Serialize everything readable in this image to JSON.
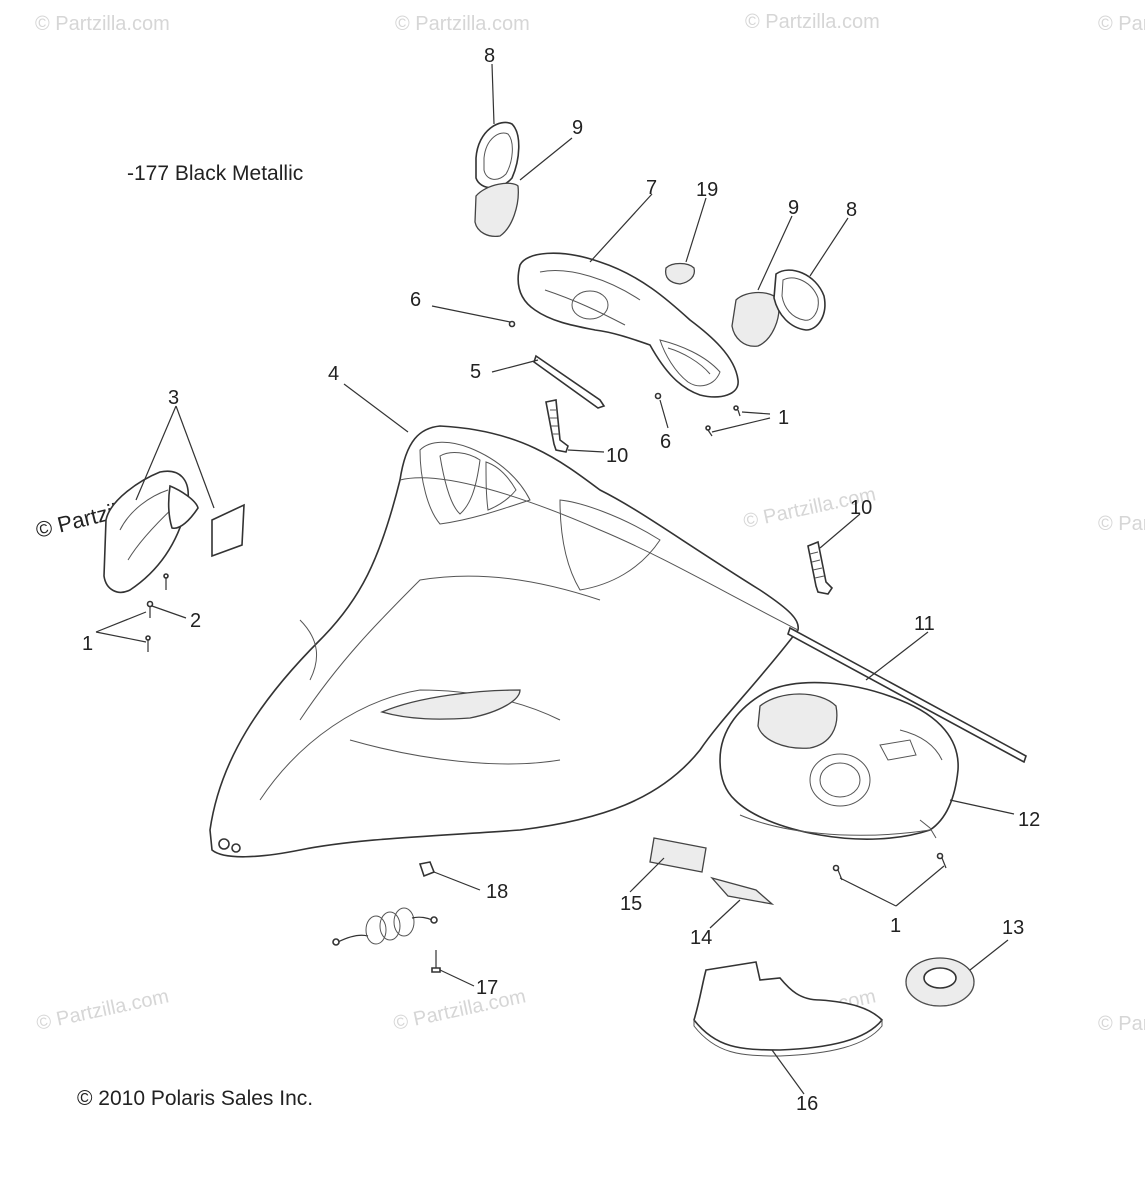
{
  "diagram": {
    "color_note": "-177  Black Metallic",
    "copyright": "© 2010 Polaris Sales Inc.",
    "watermark": "© Partzilla.com",
    "callouts": [
      {
        "id": "c8a",
        "label": "8"
      },
      {
        "id": "c9a",
        "label": "9"
      },
      {
        "id": "c7",
        "label": "7"
      },
      {
        "id": "c19",
        "label": "19"
      },
      {
        "id": "c9b",
        "label": "9"
      },
      {
        "id": "c8b",
        "label": "8"
      },
      {
        "id": "c6a",
        "label": "6"
      },
      {
        "id": "c5",
        "label": "5"
      },
      {
        "id": "c4",
        "label": "4"
      },
      {
        "id": "c3",
        "label": "3"
      },
      {
        "id": "c1a",
        "label": "1"
      },
      {
        "id": "c6b",
        "label": "6"
      },
      {
        "id": "c10a",
        "label": "10"
      },
      {
        "id": "c10b",
        "label": "10"
      },
      {
        "id": "c2",
        "label": "2"
      },
      {
        "id": "c1b",
        "label": "1"
      },
      {
        "id": "c11",
        "label": "11"
      },
      {
        "id": "c12",
        "label": "12"
      },
      {
        "id": "c18",
        "label": "18"
      },
      {
        "id": "c15",
        "label": "15"
      },
      {
        "id": "c14",
        "label": "14"
      },
      {
        "id": "c1c",
        "label": "1"
      },
      {
        "id": "c13",
        "label": "13"
      },
      {
        "id": "c17",
        "label": "17"
      },
      {
        "id": "c16",
        "label": "16"
      }
    ]
  }
}
